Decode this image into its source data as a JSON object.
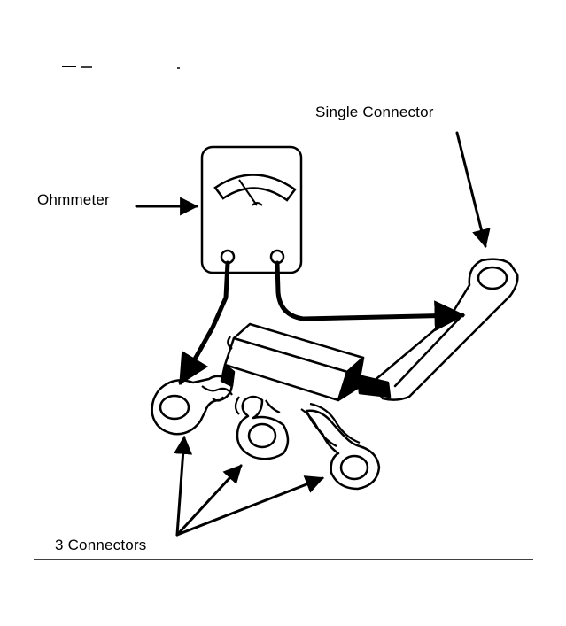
{
  "labels": {
    "single_connector": "Single Connector",
    "ohmmeter": "Ohmmeter",
    "three_connectors": "3 Connectors"
  },
  "colors": {
    "ink": "#000000",
    "paper": "#ffffff"
  }
}
